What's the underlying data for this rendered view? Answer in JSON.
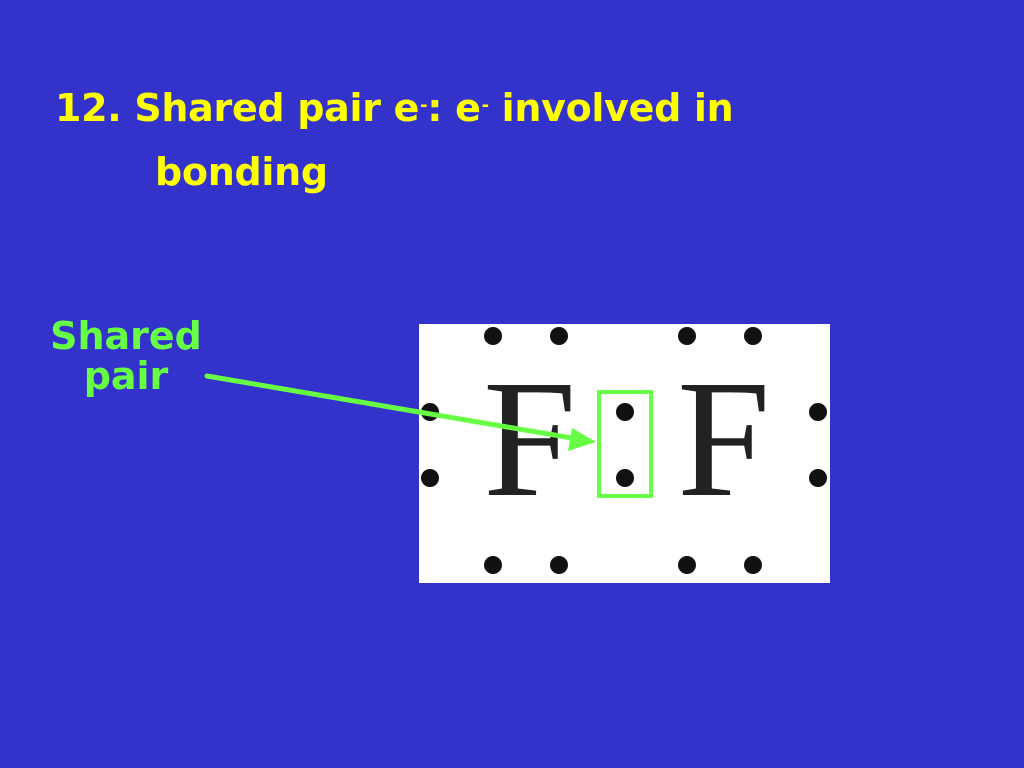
{
  "slide": {
    "title_line1_a": "12.  Shared pair e",
    "title_sup1": "-",
    "title_line1_b": ":  e",
    "title_sup2": "-",
    "title_line1_c": " involved in",
    "title_line2": "bonding"
  },
  "annotation": {
    "line1": "Shared",
    "line2": "pair"
  },
  "lewis_structure": {
    "atom_left": "F",
    "atom_right": "F"
  },
  "colors": {
    "background": "#3333cc",
    "title": "#ffff00",
    "annotation": "#66ff44"
  }
}
